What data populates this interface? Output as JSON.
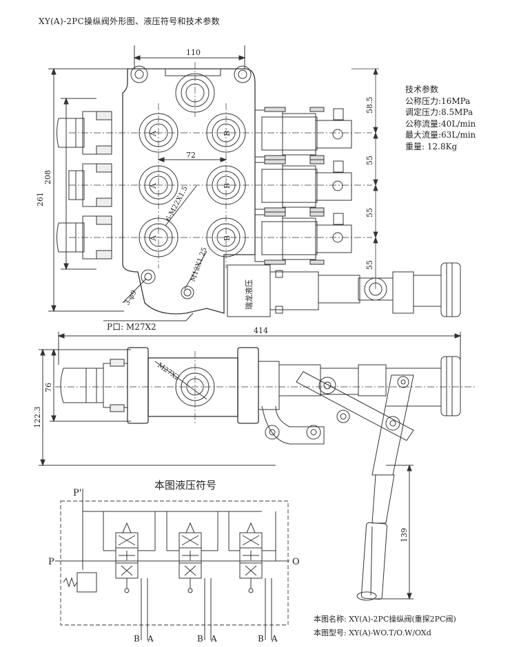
{
  "title": "XY(A)-2PC操纵阀外形图、液压符号和技术参数",
  "params": {
    "heading": "技术参数",
    "nominal_pressure": "公称压力:16MPa",
    "set_pressure": "调定压力:8.5MPa",
    "nominal_flow": "公称流量:40L/min",
    "max_flow": "最大流量:63L/min",
    "weight": "重量: 12.8Kg"
  },
  "dims": {
    "top_width": "110",
    "total_height": "261",
    "height_208": "208",
    "spacing_72": "72",
    "right_58_5": "58.5",
    "right_55_a": "55",
    "right_55_b": "55",
    "right_55_c": "55",
    "total_width": "414",
    "side_76": "76",
    "side_122_3": "122.3",
    "handle_139": "139"
  },
  "labels": {
    "port_a": "A",
    "port_b": "B",
    "thread_6": "6-M22X1.5",
    "thread_m12": "M12X1.25",
    "hole_3": "3-φ9",
    "p_port": "P口: M27X2",
    "side_thread": "M27X2",
    "brand_plate": "瑞龙液压"
  },
  "symbol": {
    "title": "本图液压符号",
    "p_prime": "P'",
    "p": "P",
    "o": "O",
    "b": "B",
    "a": "A"
  },
  "footer": {
    "name": "本图名称: XY(A)-2PC操纵阀(重探2PC阀)",
    "model": "本图型号: XY(A)-WO.T/O.W/OXd"
  }
}
